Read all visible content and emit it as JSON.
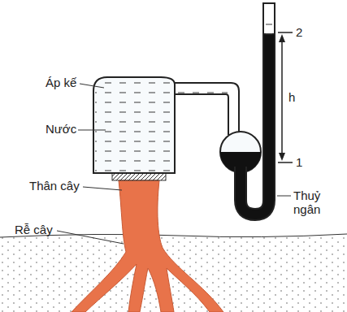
{
  "diagram": {
    "labels": [
      "Áp kế",
      "Nước",
      "Thân cây",
      "Rễ cây",
      "2",
      "h",
      "1",
      "Thuỷ ngân"
    ]
  }
}
